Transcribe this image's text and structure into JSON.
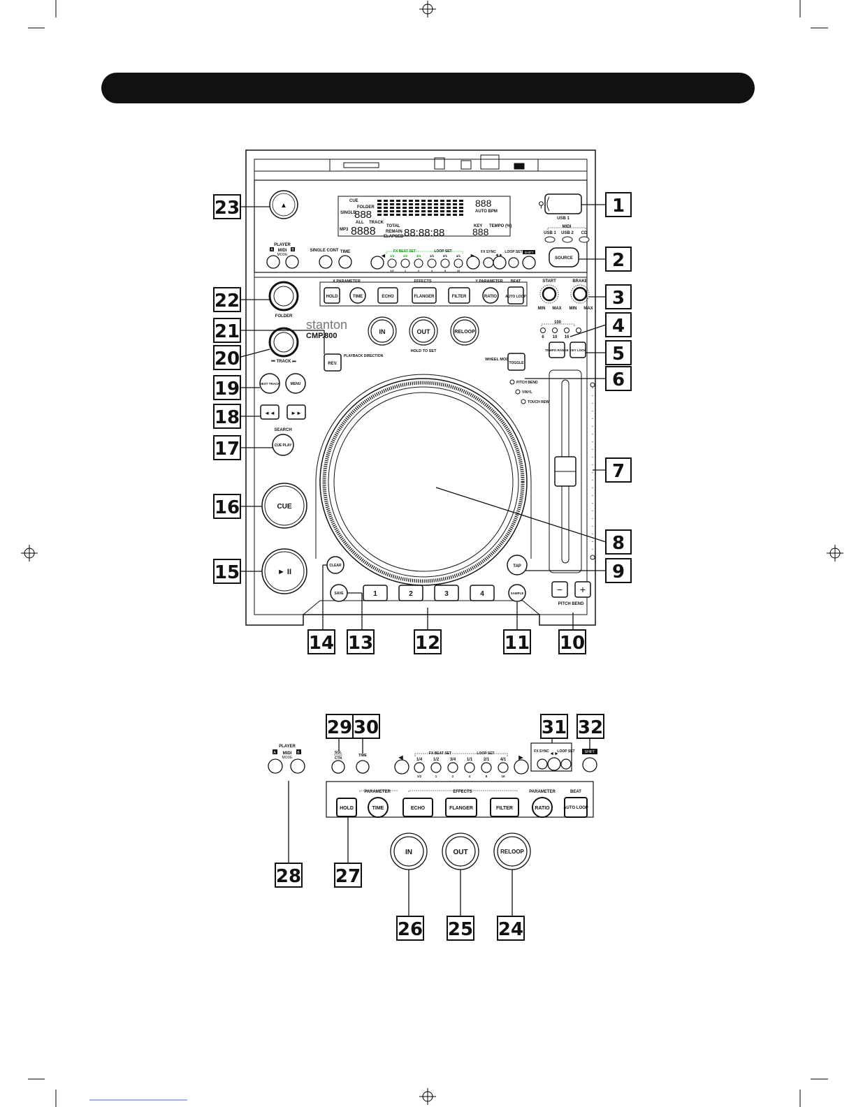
{
  "title_bar": "",
  "brand": {
    "name": "stanton",
    "model": "CMP.800"
  },
  "display": {
    "cue": "CUE",
    "folder": "FOLDER",
    "seg_small": "888",
    "auto_bpm": "AUTO BPM",
    "all": "ALL",
    "track": "TRACK",
    "total": "TOTAL",
    "remain": "REMAIN",
    "elapsed": "ELAPSED",
    "key": "KEY",
    "tempo": "TEMPO (%)",
    "mp3": "MP3",
    "single": "SINGLE",
    "seg_left": "8888",
    "seg_time": "88:88:88",
    "seg_tempo": "888",
    "seg_bpm": "888"
  },
  "source": {
    "usb_label": "USB 1",
    "midi_label": "MIDI",
    "usb1": "USB 1",
    "usb2": "USB 2",
    "cd": "CD",
    "source_button": "SOURCE"
  },
  "player_midi": {
    "title": "PLAYER",
    "midi": "MIDI",
    "a": "A",
    "b": "B",
    "mode": "MODE"
  },
  "top_row": {
    "single_cont": "SINGLE CONT",
    "time": "TIME",
    "fx_beat_set": "FX BEAT SET",
    "loop_set": "LOOP SET",
    "fractions_top": [
      "1/4",
      "1/2",
      "3/4",
      "1/1",
      "2/1",
      "4/1"
    ],
    "fractions_bottom": [
      "1/2",
      "1",
      "2",
      "4",
      "8",
      "16"
    ],
    "fx_sync": "FX SYNC",
    "loop_set_btn": "LOOP SET",
    "shift": "SHIFT"
  },
  "effects_row": {
    "x_parameter": "X PARAMETER",
    "effects": "EFFECTS",
    "y_parameter": "Y PARAMETER",
    "beat": "BEAT",
    "hold": "HOLD",
    "time": "TIME",
    "echo": "ECHO",
    "flanger": "FLANGER",
    "filter": "FILTER",
    "ratio": "RATIO",
    "auto_loop": "AUTO LOOP"
  },
  "knobs": {
    "start": "START",
    "brake": "BRAKE",
    "min": "MIN",
    "max": "MAX",
    "folder": "FOLDER",
    "track": "⏮ TRACK ⏭"
  },
  "loop": {
    "in": "IN",
    "out": "OUT",
    "reloop": "RELOOP",
    "hold_to_set": "HOLD TO SET"
  },
  "tempo": {
    "range_title": "100",
    "ranges": [
      "6",
      "10",
      "16"
    ],
    "tempo_range": "TEMPO RANGE",
    "key_lock": "KEY LOCK",
    "wheel_mode": "WHEEL MODE",
    "toggle": "TOGGLE",
    "pitch_bend_mode": "PITCH BEND",
    "vinyl": "VINYL",
    "touch_rewind": "TOUCH REWIND",
    "pitch_bend": "PITCH BEND",
    "minus": "−",
    "plus": "+"
  },
  "left_controls": {
    "rev": "REV.",
    "playback_direction": "PLAYBACK DIRECTION",
    "next_track": "NEXT TRACK",
    "menu": "MENU",
    "search": "SEARCH",
    "cue_play": "CUE PLAY",
    "cue": "CUE",
    "play_pause": "► II",
    "rew": "◄◄",
    "ffw": "►►",
    "eject": "▲"
  },
  "bottom_controls": {
    "clear": "CLEAR",
    "save": "SAVE",
    "hot_cues": [
      "1",
      "2",
      "3",
      "4"
    ],
    "sample": "SAMPLE",
    "tap": "TAP"
  },
  "detail": {
    "parameter_left": "PARAMETER",
    "effects": "EFFECTS",
    "parameter_right": "PARAMETER",
    "beat": "BEAT",
    "sgl_ctn_top": "SGL",
    "sgl_ctn_bottom": "CTN",
    "time": "TIME",
    "fx_beat_set": "FX BEAT SET",
    "loop_set": "LOOP SET",
    "fx_sync": "FX SYNC",
    "loop_set_btn": "LOOP SET",
    "shift": "SHIFT",
    "fractions_top": [
      "1/4",
      "1/2",
      "3/4",
      "1/1",
      "2/1",
      "4/1"
    ],
    "fractions_bottom": [
      "1/2",
      "1",
      "2",
      "4",
      "8",
      "16"
    ]
  },
  "callouts": [
    "1",
    "2",
    "3",
    "4",
    "5",
    "6",
    "7",
    "8",
    "9",
    "10",
    "11",
    "12",
    "13",
    "14",
    "15",
    "16",
    "17",
    "18",
    "19",
    "20",
    "21",
    "22",
    "23",
    "24",
    "25",
    "26",
    "27",
    "28",
    "29",
    "30",
    "31",
    "32"
  ]
}
